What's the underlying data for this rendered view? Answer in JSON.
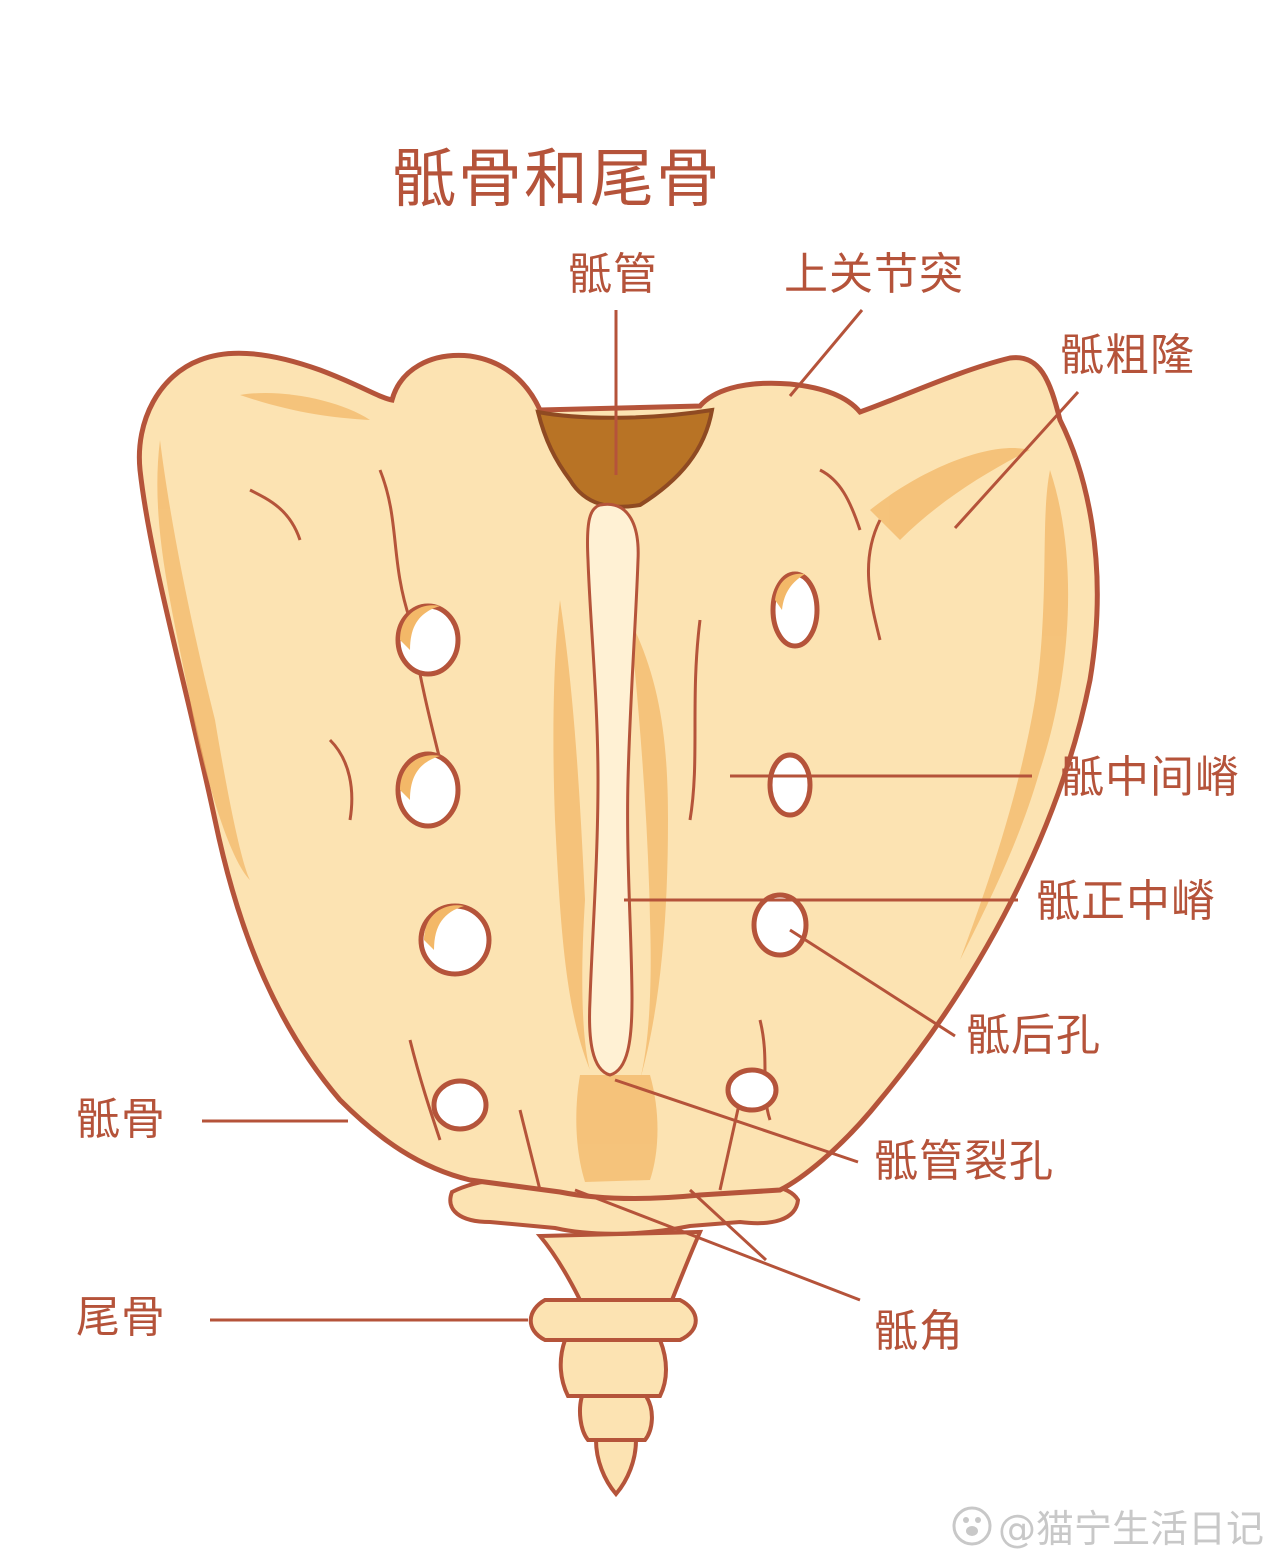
{
  "title": "骶骨和尾骨",
  "labels": {
    "sacral_canal": "骶管",
    "superior_articular_process": "上关节突",
    "sacral_tuberosity": "骶粗隆",
    "intermediate_sacral_crest": "骶中间嵴",
    "median_sacral_crest": "骶正中嵴",
    "posterior_sacral_foramen": "骶后孔",
    "sacral_hiatus": "骶管裂孔",
    "sacrum": "骶骨",
    "sacral_cornu": "骶角",
    "coccyx": "尾骨"
  },
  "watermark": "@猫宁生活日记",
  "colors": {
    "bone_fill": "#fce3b2",
    "bone_shadow": "#f3b868",
    "bone_outline": "#b5543a",
    "canal_dark": "#b87325",
    "label_text": "#b5533a",
    "leader_line": "#b5533a"
  }
}
